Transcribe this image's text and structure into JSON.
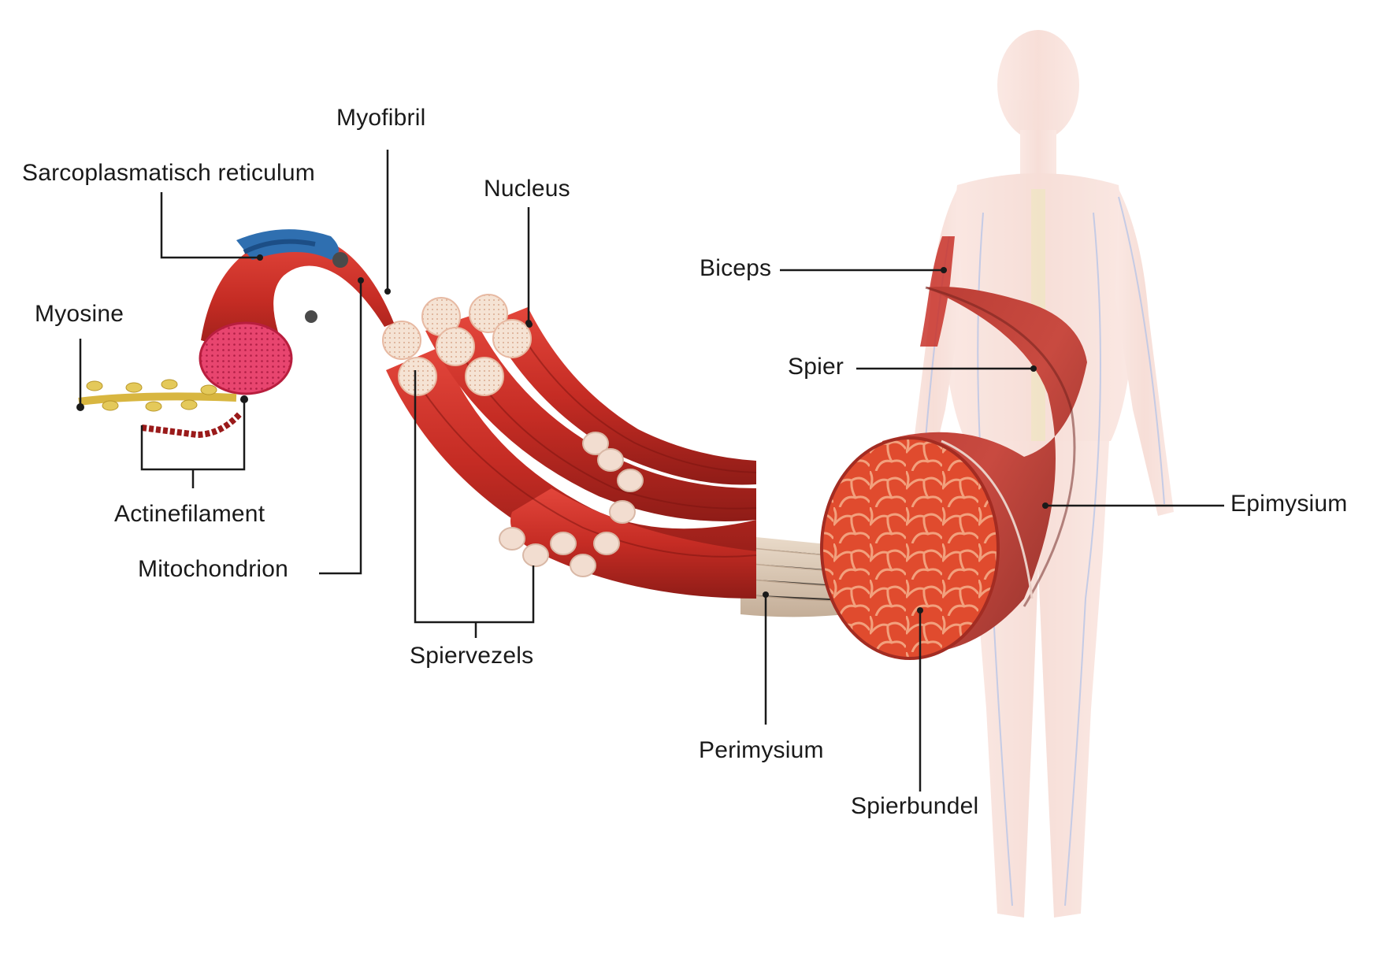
{
  "labels": {
    "sarcoplasmatisch_reticulum": "Sarcoplasmatisch reticulum",
    "myofibril": "Myofibril",
    "nucleus": "Nucleus",
    "myosine": "Myosine",
    "actinefilament": "Actinefilament",
    "mitochondrion": "Mitochondrion",
    "spiervezels": "Spiervezels",
    "biceps": "Biceps",
    "spier": "Spier",
    "epimysium": "Epimysium",
    "perimysium": "Perimysium",
    "spierbundel": "Spierbundel"
  },
  "colors": {
    "muscle_red": "#d9322a",
    "muscle_dark": "#9e1f1a",
    "fiber_end": "#f3dccb",
    "reticulum_blue": "#2f6fb0",
    "myosin_gold": "#d8b640",
    "tendon_beige": "#d9c8b4",
    "body_tint": "#f3c9bf",
    "label_text": "#1a1a1a",
    "leader_line": "#1a1a1a"
  }
}
